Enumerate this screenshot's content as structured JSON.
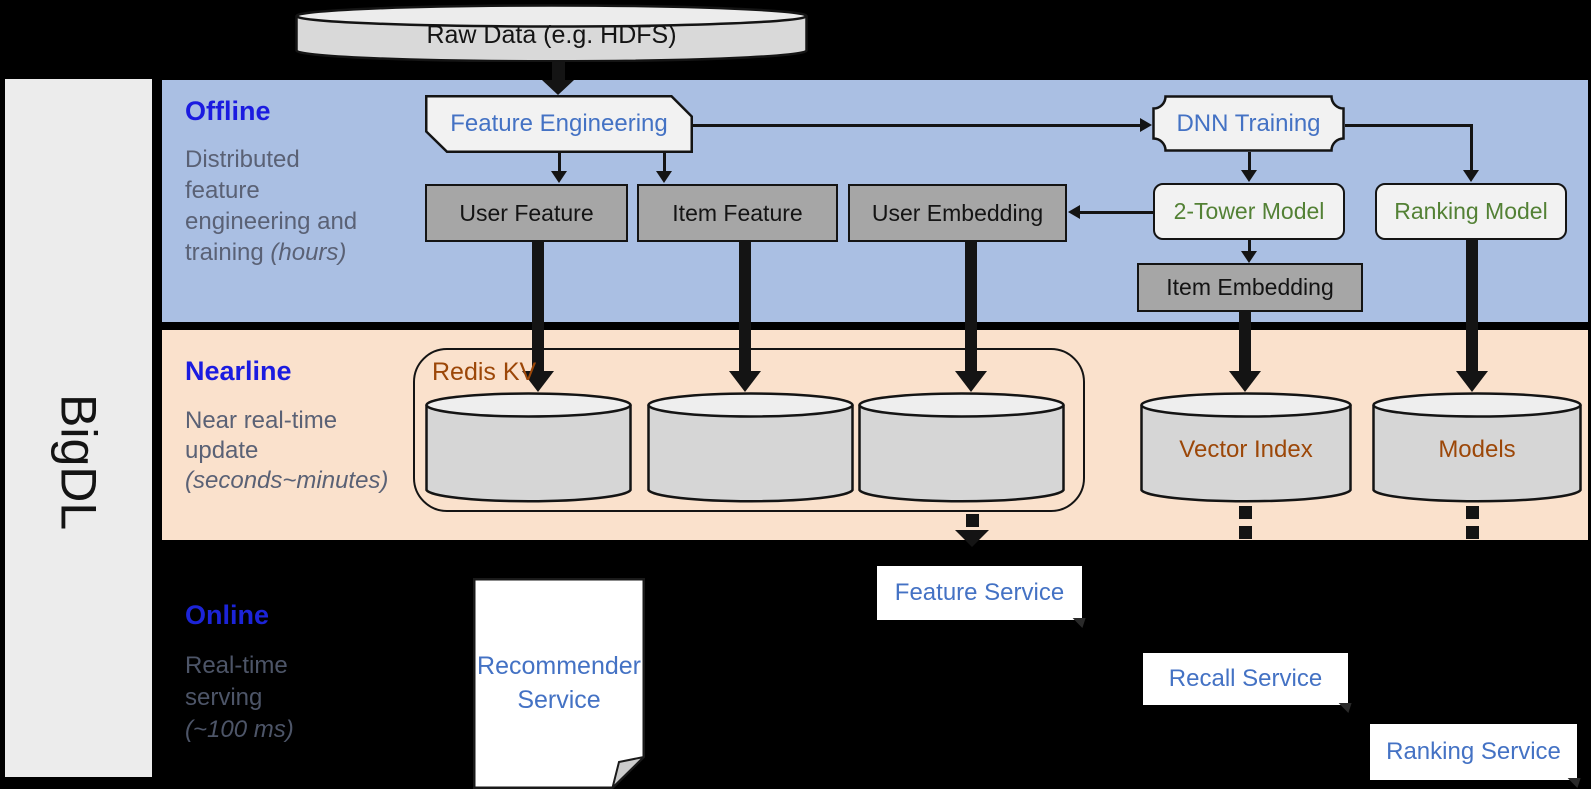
{
  "colors": {
    "offline_band": "#aabfe3",
    "nearline_band": "#fae1cc",
    "online_background": "#000000",
    "sidebar_background": "#ececec",
    "heading_blue": "#1b1be0",
    "accent_blue": "#4472c4",
    "model_green": "#538135",
    "storage_brown": "#9c4708",
    "desc_gray": "#5a6175",
    "gray_box": "#a6a6a6",
    "light_box": "#f2f2f2"
  },
  "sidebar": {
    "label": "BigDL"
  },
  "raw_data": {
    "label": "Raw Data (e.g. HDFS)"
  },
  "offline": {
    "title": "Offline",
    "desc_lines": [
      "Distributed",
      "feature",
      "engineering and"
    ],
    "desc_tail": "training ",
    "desc_tail_italic": "(hours)",
    "nodes": {
      "feature_engineering": "Feature Engineering",
      "dnn_training": "DNN Training",
      "user_feature": "User Feature",
      "item_feature": "Item Feature",
      "user_embedding": "User Embedding",
      "two_tower_model": "2-Tower Model",
      "ranking_model": "Ranking Model",
      "item_embedding": "Item Embedding"
    }
  },
  "nearline": {
    "title": "Nearline",
    "desc_lines": [
      "Near real-time",
      "update"
    ],
    "desc_italic": "(seconds~minutes)",
    "redis_label": "Redis KV",
    "cylinders": {
      "vector_index": "Vector Index",
      "models": "Models"
    }
  },
  "online": {
    "title": "Online",
    "desc_lines": [
      "Real-time",
      "serving"
    ],
    "desc_italic": "(~100 ms)",
    "services": {
      "recommender": "Recommender Service",
      "feature": "Feature Service",
      "recall": "Recall Service",
      "ranking": "Ranking Service"
    }
  }
}
